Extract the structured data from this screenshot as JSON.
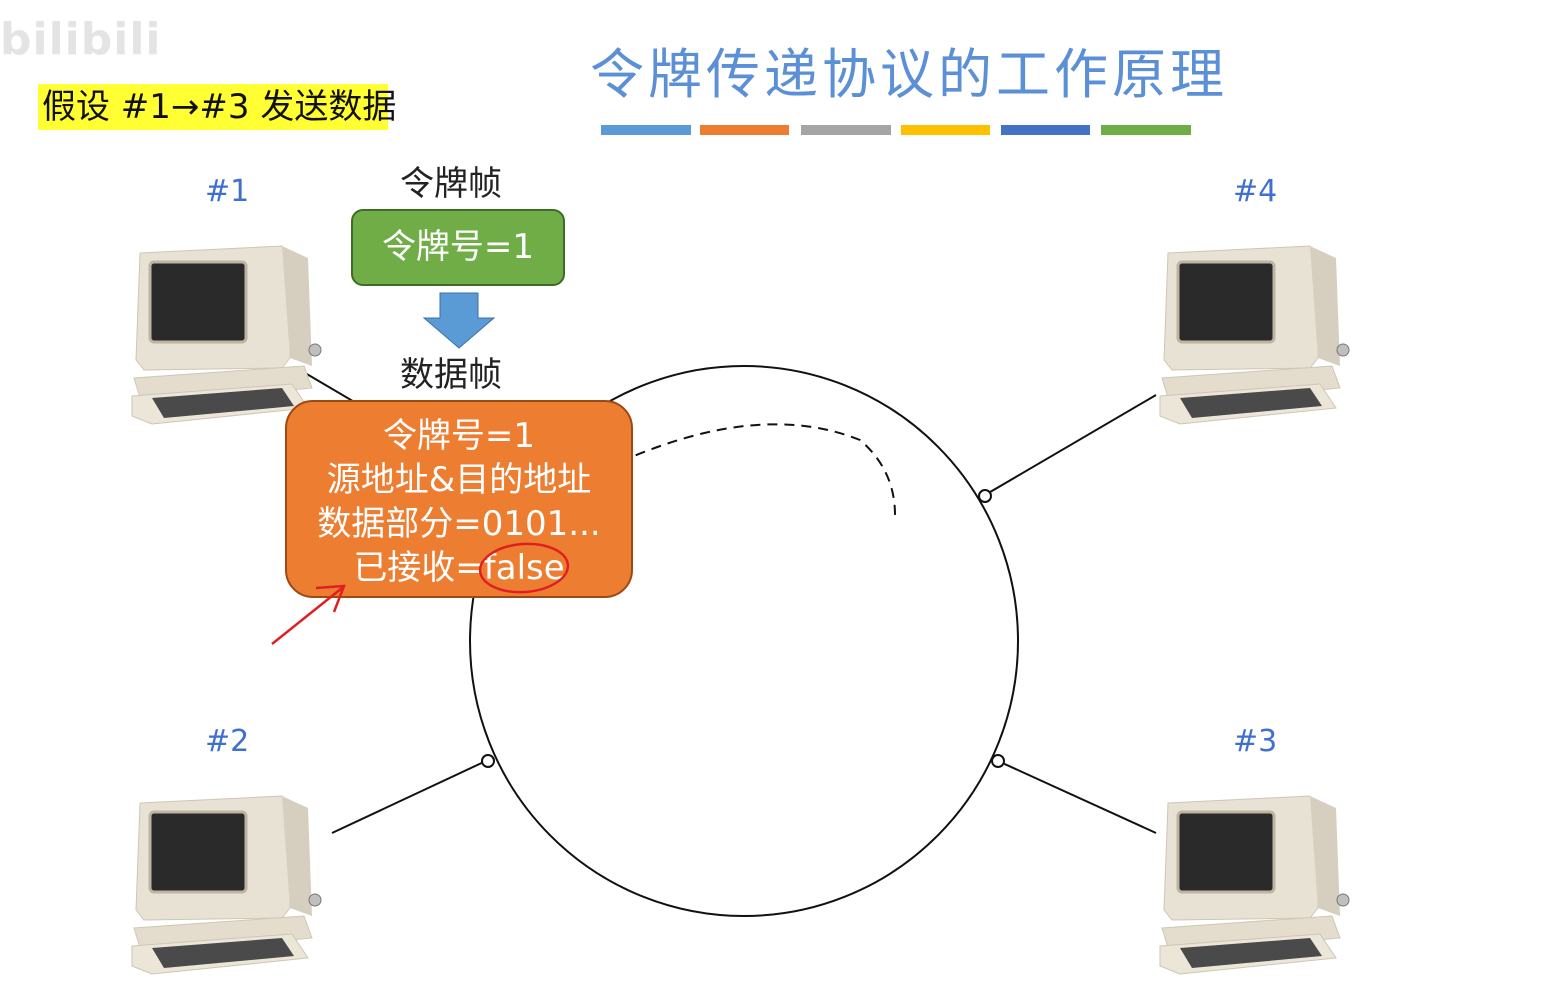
{
  "watermark": "bilibili",
  "assumption": "假设 #1→#3 发送数据",
  "title": "令牌传递协议的工作原理",
  "stripe_colors": [
    "#5b9bd5",
    "#ed7d31",
    "#a5a5a5",
    "#ffc000",
    "#4472c4",
    "#70ad47"
  ],
  "nodes": {
    "n1": "#1",
    "n2": "#2",
    "n3": "#3",
    "n4": "#4"
  },
  "token_frame": {
    "heading": "令牌帧",
    "content": "令牌号=1"
  },
  "data_frame": {
    "heading": "数据帧",
    "lines": [
      "令牌号=1",
      "源地址&目的地址",
      "数据部分=0101...",
      "已接收=false"
    ]
  },
  "colors": {
    "token_box": "#70ad47",
    "data_box": "#ed7d31",
    "arrow": "#5b9bd5",
    "node_label": "#3f6fd0",
    "annotation": "#e02020"
  }
}
